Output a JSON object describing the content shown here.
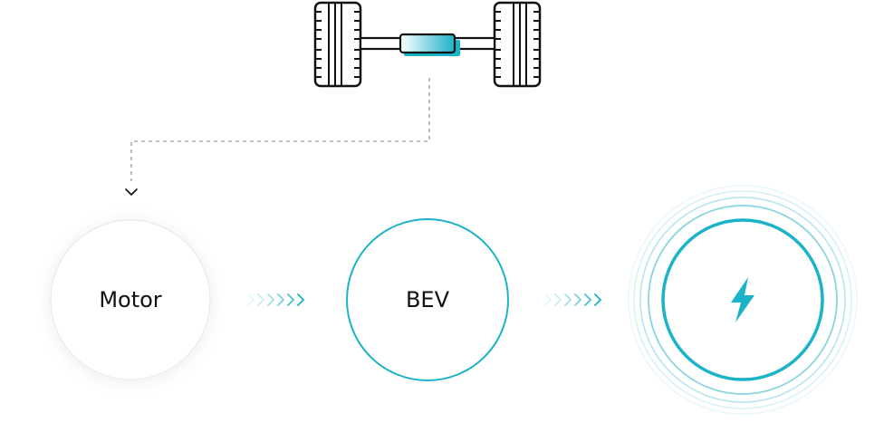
{
  "nodes": [
    {
      "id": "motor",
      "label": "Motor"
    },
    {
      "id": "bev",
      "label": "BEV"
    },
    {
      "id": "charging",
      "icon": "lightning-bolt-icon"
    }
  ],
  "icons": {
    "top": "axle-with-motor-icon",
    "connector": "dashed-elbow-arrow",
    "flow": "chevron-arrows"
  },
  "colors": {
    "accent": "#1ab3c8",
    "ring_light": "#bfe8ef",
    "outline_dark": "#111111",
    "neutral_circle": "#ececec",
    "dashed": "#aaaaaa"
  }
}
